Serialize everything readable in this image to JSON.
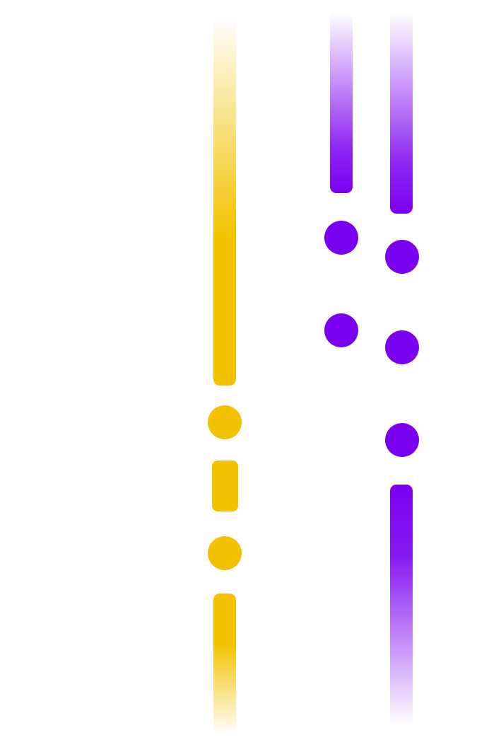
{
  "palette": {
    "background": "#ffffff",
    "yellow": "#F2C200",
    "purple": "#7A00F0"
  },
  "lines": [
    {
      "name": "yellow-line",
      "color_key": "yellow",
      "segments": [
        {
          "name": "yellow-segment-1",
          "shape": "bar",
          "fade": "top"
        },
        {
          "name": "yellow-segment-2",
          "shape": "dot"
        },
        {
          "name": "yellow-segment-3",
          "shape": "bar"
        },
        {
          "name": "yellow-segment-4",
          "shape": "dot"
        },
        {
          "name": "yellow-segment-5",
          "shape": "bar",
          "fade": "bottom"
        }
      ]
    },
    {
      "name": "purple-line-left",
      "color_key": "purple",
      "segments": [
        {
          "name": "purple-left-segment-1",
          "shape": "bar",
          "fade": "top"
        },
        {
          "name": "purple-left-segment-2",
          "shape": "dot"
        },
        {
          "name": "purple-left-segment-3",
          "shape": "dot"
        }
      ]
    },
    {
      "name": "purple-line-right",
      "color_key": "purple",
      "segments": [
        {
          "name": "purple-right-segment-1",
          "shape": "bar",
          "fade": "top"
        },
        {
          "name": "purple-right-segment-2",
          "shape": "dot"
        },
        {
          "name": "purple-right-segment-3",
          "shape": "dot"
        },
        {
          "name": "purple-right-segment-4",
          "shape": "dot"
        },
        {
          "name": "purple-right-segment-5",
          "shape": "bar",
          "fade": "bottom"
        }
      ]
    }
  ]
}
